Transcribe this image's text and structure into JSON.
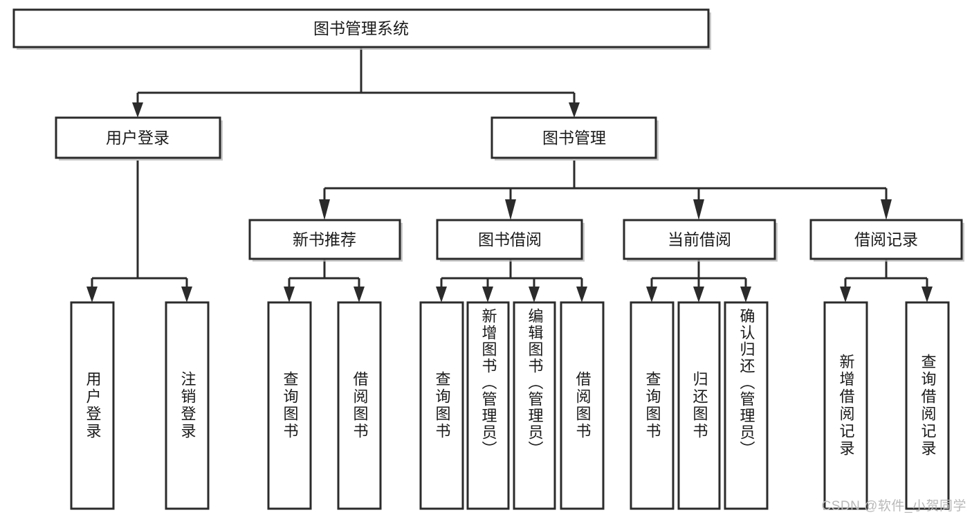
{
  "diagram": {
    "title": "图书管理系统",
    "type": "tree-hierarchy",
    "watermark": "CSDN @软件_小贺同学",
    "colors": {
      "stroke": "#2b2b2b",
      "fill": "#ffffff",
      "text": "#1a1a1a",
      "shadow": "#b8b8b8",
      "watermark": "#b9b9b9"
    },
    "levels": {
      "level1_label": "图书管理系统",
      "level2": [
        "用户登录",
        "图书管理"
      ],
      "level3": [
        "新书推荐",
        "图书借阅",
        "当前借阅",
        "借阅记录"
      ]
    },
    "nodes": {
      "root": {
        "label": "图书管理系统"
      },
      "user_login": {
        "label": "用户登录"
      },
      "book_manage": {
        "label": "图书管理"
      },
      "new_book_rec": {
        "label": "新书推荐"
      },
      "book_borrow": {
        "label": "图书借阅"
      },
      "current_borrow": {
        "label": "当前借阅"
      },
      "borrow_record": {
        "label": "借阅记录"
      },
      "leaf_user_login": {
        "label": "用户登录"
      },
      "leaf_user_logout": {
        "label": "注销登录"
      },
      "leaf_query_book_1": {
        "label": "查询图书"
      },
      "leaf_borrow_book_1": {
        "label": "借阅图书"
      },
      "leaf_query_book_2": {
        "label": "查询图书"
      },
      "leaf_add_book": {
        "label": "新增图书（管理员）"
      },
      "leaf_edit_book": {
        "label": "编辑图书（管理员）"
      },
      "leaf_borrow_book_2": {
        "label": "借阅图书"
      },
      "leaf_query_book_3": {
        "label": "查询图书"
      },
      "leaf_return_book": {
        "label": "归还图书"
      },
      "leaf_confirm_return": {
        "label": "确认归还（管理员）"
      },
      "leaf_add_record": {
        "label": "新增借阅记录"
      },
      "leaf_query_record": {
        "label": "查询借阅记录"
      }
    },
    "edges": [
      {
        "from": "root",
        "to": "user_login"
      },
      {
        "from": "root",
        "to": "book_manage"
      },
      {
        "from": "user_login",
        "to": "leaf_user_login"
      },
      {
        "from": "user_login",
        "to": "leaf_user_logout"
      },
      {
        "from": "book_manage",
        "to": "new_book_rec"
      },
      {
        "from": "book_manage",
        "to": "book_borrow"
      },
      {
        "from": "book_manage",
        "to": "current_borrow"
      },
      {
        "from": "book_manage",
        "to": "borrow_record"
      },
      {
        "from": "new_book_rec",
        "to": "leaf_query_book_1"
      },
      {
        "from": "new_book_rec",
        "to": "leaf_borrow_book_1"
      },
      {
        "from": "book_borrow",
        "to": "leaf_query_book_2"
      },
      {
        "from": "book_borrow",
        "to": "leaf_add_book"
      },
      {
        "from": "book_borrow",
        "to": "leaf_edit_book"
      },
      {
        "from": "book_borrow",
        "to": "leaf_borrow_book_2"
      },
      {
        "from": "current_borrow",
        "to": "leaf_query_book_3"
      },
      {
        "from": "current_borrow",
        "to": "leaf_return_book"
      },
      {
        "from": "current_borrow",
        "to": "leaf_confirm_return"
      },
      {
        "from": "borrow_record",
        "to": "leaf_add_record"
      },
      {
        "from": "borrow_record",
        "to": "leaf_query_record"
      }
    ]
  }
}
